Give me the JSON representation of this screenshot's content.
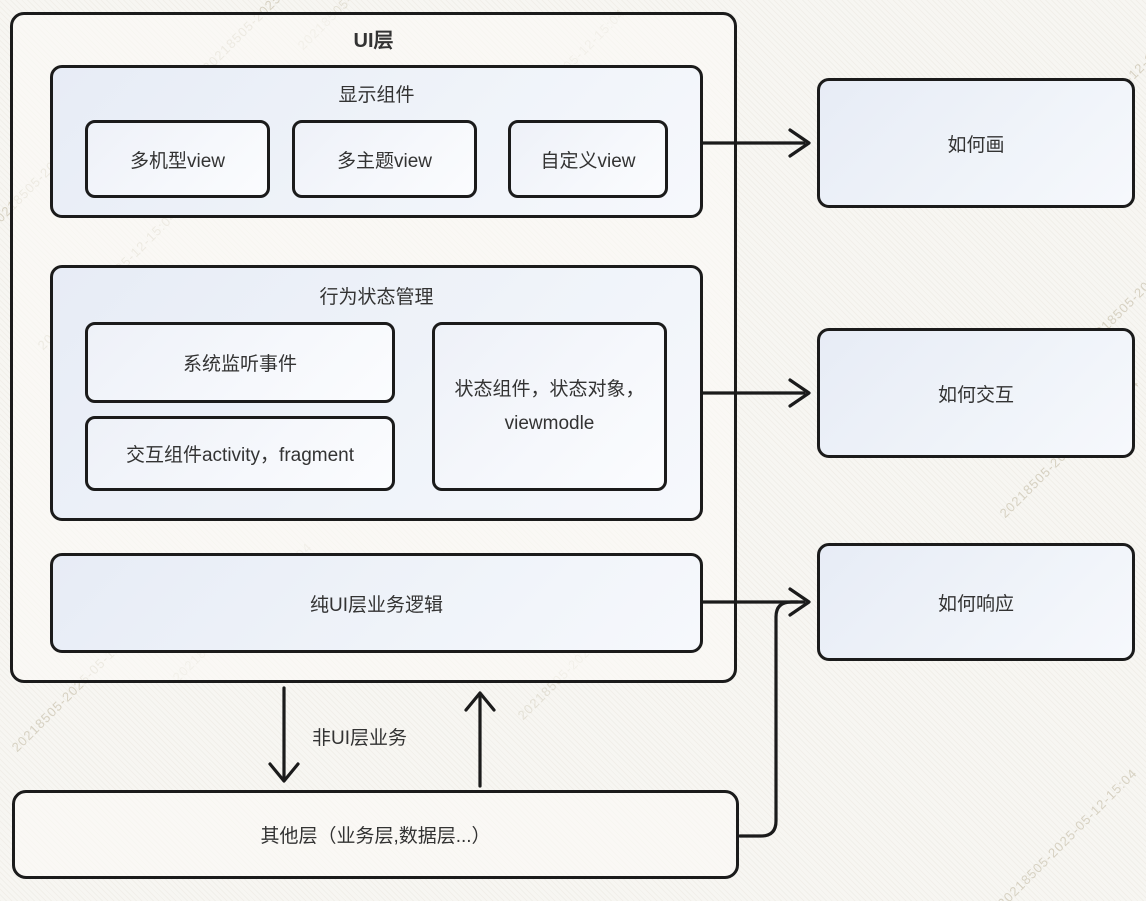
{
  "watermark": {
    "text": "20218505-2025-05-12-15:04"
  },
  "ui_layer": {
    "title": "UI层",
    "display_section": {
      "title": "显示组件",
      "items": [
        "多机型view",
        "多主题view",
        "自定义view"
      ]
    },
    "behavior_section": {
      "title": "行为状态管理",
      "system_events": "系统监听事件",
      "interaction_components": "交互组件activity，fragment",
      "state_components": "状态组件，状态对象，viewmodle"
    },
    "pure_ui_logic": "纯UI层业务逻辑"
  },
  "right_column": {
    "how_to_draw": "如何画",
    "how_to_interact": "如何交互",
    "how_to_respond": "如何响应"
  },
  "bottom": {
    "other_layers": "其他层（业务层,数据层...）",
    "exchange_label": "非UI层业务"
  },
  "colors": {
    "background": "#f7f6f2",
    "border": "#1b1b1b",
    "section_fill_start": "#e7ecf6",
    "section_fill_end": "#f6f8fc",
    "text": "#333333",
    "watermark": "#beb49c"
  }
}
